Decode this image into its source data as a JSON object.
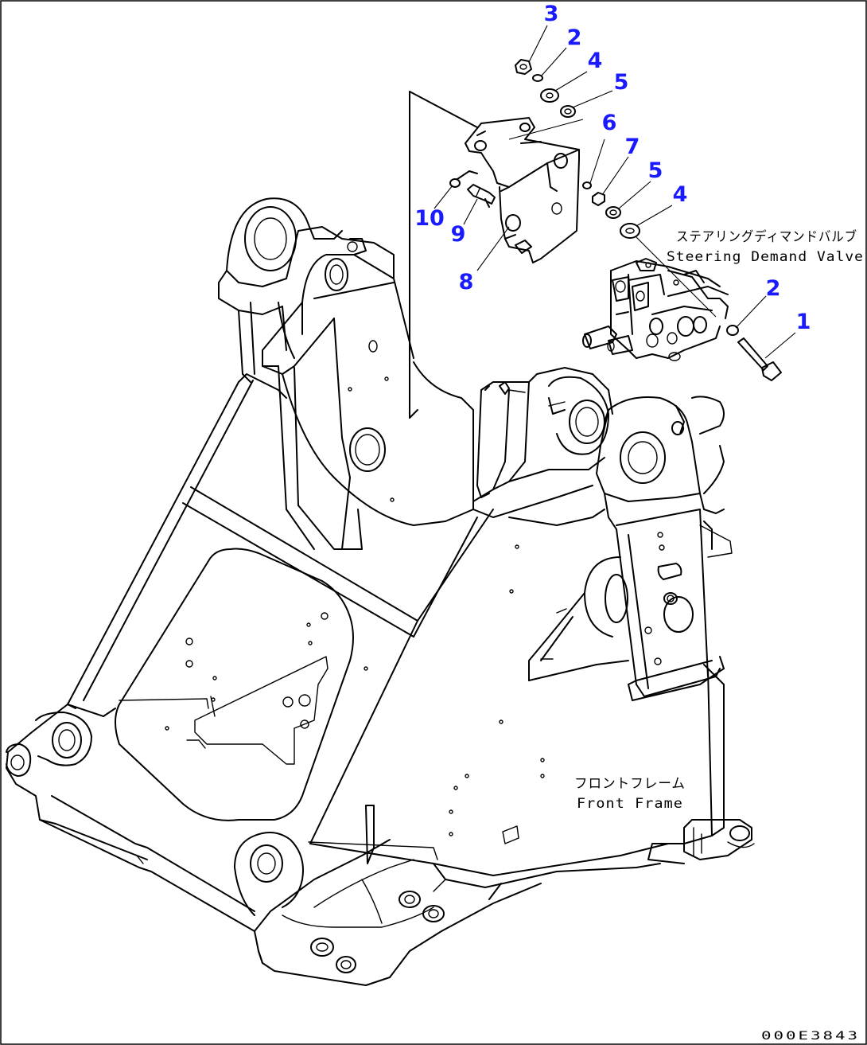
{
  "callouts": {
    "c3": "3",
    "c2a": "2",
    "c4a": "4",
    "c5a": "5",
    "c6": "6",
    "c7": "7",
    "c5b": "5",
    "c4b": "4",
    "c10": "10",
    "c9": "9",
    "c8": "8",
    "c2b": "2",
    "c1": "1"
  },
  "labels": {
    "valve_jp": "ステアリングディマンドバルブ",
    "valve_en": "Steering Demand Valve",
    "frame_jp": "フロントフレーム",
    "frame_en": "Front Frame"
  },
  "drawing_number": "000E3843",
  "colors": {
    "callout": "#1a1aff",
    "line": "#000000",
    "background": "#ffffff"
  }
}
